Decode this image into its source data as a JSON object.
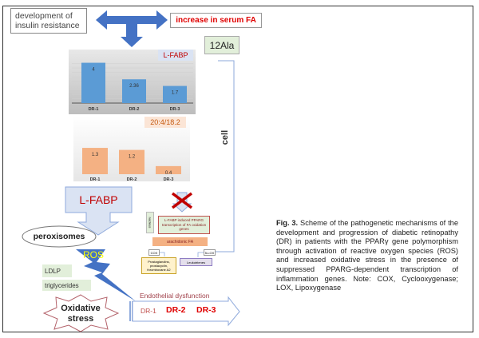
{
  "labels": {
    "insulin_resistance": "development of insulin resistance",
    "serum_fa": "increase in serum FA",
    "genotype": "12Ala",
    "cell": "cell",
    "lfabp_big": "L-FABP",
    "peroxisomes": "peroxisomes",
    "ros": "ROS",
    "ldlp": "LDLP",
    "triglycerides": "triglycerides",
    "oxidative_stress": "Oxidative stress",
    "endothelial": "Endothelial dysfunction",
    "stages": [
      "DR-1",
      "DR-2",
      "DR-3"
    ],
    "nucleus": "nucleus",
    "lfabp_induced": "L-FABP induced PPARG transcription of FA oxidation genes",
    "arachidonic": "arachidonic FA",
    "cox": "COX",
    "lox": "5-LOX",
    "prostaglandins": "Prostaglandins, prostacyclin, thromboxane A2",
    "leukotrienes": "Leukotrienes"
  },
  "caption": {
    "lead": "Fig. 3.",
    "text": " Scheme of the pathogenetic mechanisms of the development and progression of diabetic retinopathy (DR) in patients with the PPARγ gene polymorphism through activation of reactive oxygen species (ROS) and increased oxidative stress in the presence of suppressed PPARG-dependent transcription of inflammation genes. Note: COX, Cyclooxygenase; LOX, Lipoxygenase"
  },
  "chart_data": [
    {
      "type": "bar",
      "title": "L-FABP",
      "categories": [
        "DR-1",
        "DR-2",
        "DR-3"
      ],
      "values": [
        4,
        2.36,
        1.7
      ],
      "value_labels": [
        "4",
        "2.36",
        "1.7"
      ],
      "ylim": [
        0,
        4.6
      ],
      "grid": true,
      "color": "#5b9bd5"
    },
    {
      "type": "bar",
      "title": "20:4/18.2",
      "categories": [
        "DR-1",
        "DR-2",
        "DR-3"
      ],
      "values": [
        1.3,
        1.2,
        0.4
      ],
      "value_labels": [
        "1.3",
        "1.2",
        "0.4"
      ],
      "ylim": [
        0,
        1.5
      ],
      "grid": false,
      "color": "#f4b183"
    }
  ],
  "colors": {
    "arrow_blue": "#4472c4",
    "red_text": "#c00000",
    "green_box": "#e2efda",
    "orange": "#f4b183"
  }
}
